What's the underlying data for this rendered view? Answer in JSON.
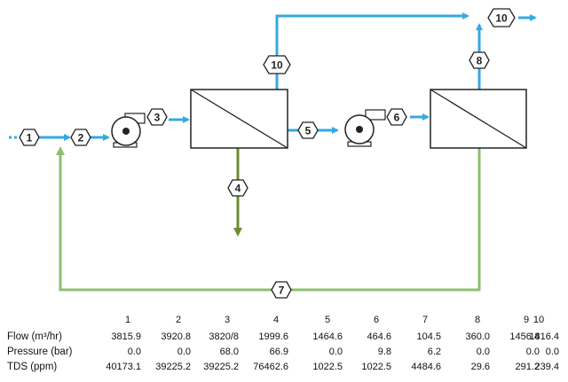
{
  "colors": {
    "blue": "#36a9e1",
    "green": "#8cbf6f",
    "olive": "#6d8c2f",
    "box": "#222222"
  },
  "streams": {
    "s1": "1",
    "s2": "2",
    "s3": "3",
    "s4": "4",
    "s5": "5",
    "s6": "6",
    "s7": "7",
    "s8": "8",
    "s10_top": "10",
    "s10_out": "10"
  },
  "table": {
    "headers": [
      "1",
      "2",
      "3",
      "4",
      "5",
      "6",
      "7",
      "8",
      "9",
      "10"
    ],
    "rows": [
      {
        "label": "Flow (m³/hr)",
        "values": [
          "3815.9",
          "3920.8",
          "3820/8",
          "1999.6",
          "1464.6",
          "464.6",
          "104.5",
          "360.0",
          "1456.4",
          "1816.4"
        ]
      },
      {
        "label": "Pressure (bar)",
        "values": [
          "0.0",
          "0.0",
          "68.0",
          "66.9",
          "0.0",
          "9.8",
          "6.2",
          "0.0",
          "0.0",
          "0.0"
        ]
      },
      {
        "label": "TDS (ppm)",
        "values": [
          "40173.1",
          "39225.2",
          "39225.2",
          "76462.6",
          "1022.5",
          "1022.5",
          "4484.6",
          "29.6",
          "291.2",
          "239.4"
        ]
      }
    ]
  }
}
